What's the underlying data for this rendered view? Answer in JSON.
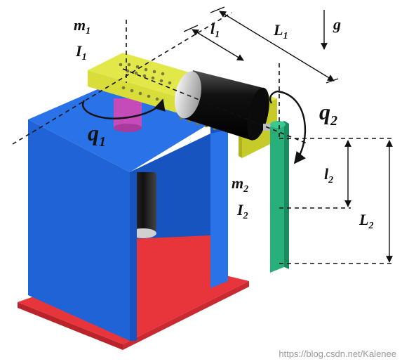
{
  "labels": {
    "m1": "m",
    "m1_sub": "1",
    "I1": "I",
    "I1_sub": "1",
    "l1": "l",
    "l1_sub": "1",
    "L1": "L",
    "L1_sub": "1",
    "g": "g",
    "q1": "q",
    "q1_sub": "1",
    "q2": "q",
    "q2_sub": "2",
    "l2": "l",
    "l2_sub": "2",
    "m2": "m",
    "m2_sub": "2",
    "I2": "I",
    "I2_sub": "2",
    "L2": "L",
    "L2_sub": "2"
  },
  "watermark": "https://blog.csdn.net/Kalenee",
  "colors": {
    "base": "#e8353b",
    "frame_front": "#1f63d6",
    "frame_top": "#2a72e8",
    "frame_side": "#1854bf",
    "link1": "#e3e84a",
    "link1_edge": "#c6cb2a",
    "link2": "#27b07a",
    "hub": "#c44bb8",
    "motor": "#1b1b1b",
    "motor_cap": "#d9d9d9"
  }
}
